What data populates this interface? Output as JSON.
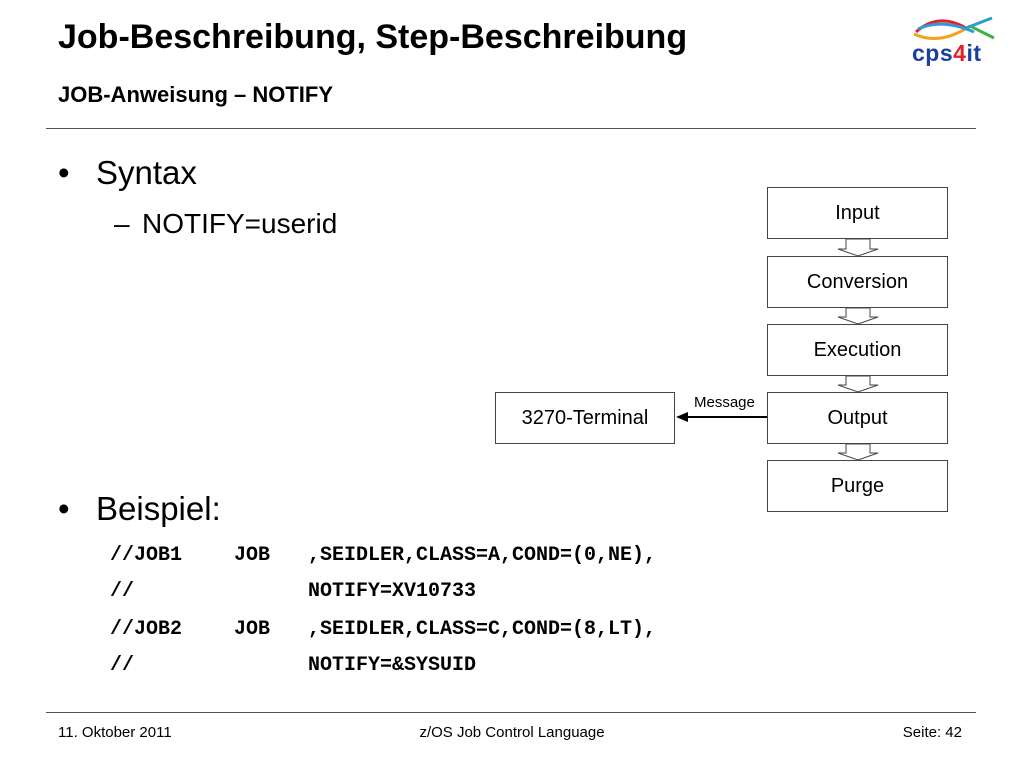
{
  "slide": {
    "title": "Job-Beschreibung, Step-Beschreibung",
    "subtitle": "JOB-Anweisung – NOTIFY"
  },
  "logo": {
    "prefix": "cps",
    "number": "4",
    "suffix": "it"
  },
  "content": {
    "bullet1": "Syntax",
    "sub1": "NOTIFY=userid",
    "bullet2": "Beispiel:"
  },
  "code_lines": [
    {
      "name": "//JOB1",
      "op": "JOB",
      "params": ",SEIDLER,CLASS=A,COND=(0,NE),"
    },
    {
      "name": "//",
      "op": "",
      "params": "NOTIFY=XV10733"
    },
    {
      "name": "//JOB2",
      "op": "JOB",
      "params": ",SEIDLER,CLASS=C,COND=(8,LT),"
    },
    {
      "name": "//",
      "op": "",
      "params": "NOTIFY=&SYSUID"
    }
  ],
  "diagram": {
    "steps": [
      "Input",
      "Conversion",
      "Execution",
      "Output",
      "Purge"
    ],
    "terminal": "3270-Terminal",
    "message_label": "Message"
  },
  "footer": {
    "date": "11. Oktober 2011",
    "course": "z/OS Job Control Language",
    "page": "Seite: 42"
  }
}
